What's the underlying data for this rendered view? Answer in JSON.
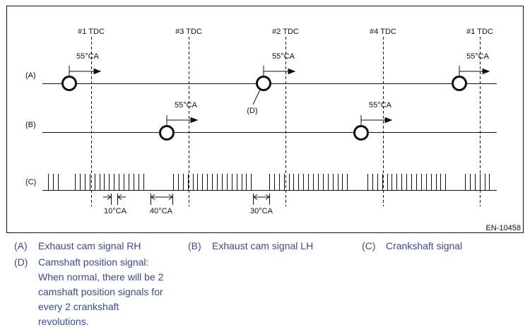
{
  "diagram": {
    "code": "EN-10458",
    "tdc_labels": [
      "#1 TDC",
      "#3 TDC",
      "#2 TDC",
      "#4 TDC",
      "#1 TDC"
    ],
    "angle_label": "55°CA",
    "rows": [
      "(A)",
      "(B)",
      "(C)"
    ],
    "callout": "(D)",
    "intervals": [
      "10°CA",
      "40°CA",
      "30°CA"
    ]
  },
  "legend": [
    {
      "key": "(A)",
      "text": "Exhaust cam signal RH"
    },
    {
      "key": "(B)",
      "text": "Exhaust cam signal LH"
    },
    {
      "key": "(C)",
      "text": "Crankshaft signal"
    },
    {
      "key": "(D)",
      "text": "Camshaft position signal:",
      "lines": [
        "When normal, there will be 2",
        "camshaft position signals for",
        "every 2 crankshaft",
        "revolutions."
      ]
    }
  ],
  "colors": {
    "legend_text": "#3a4a8c",
    "line": "#111111"
  }
}
